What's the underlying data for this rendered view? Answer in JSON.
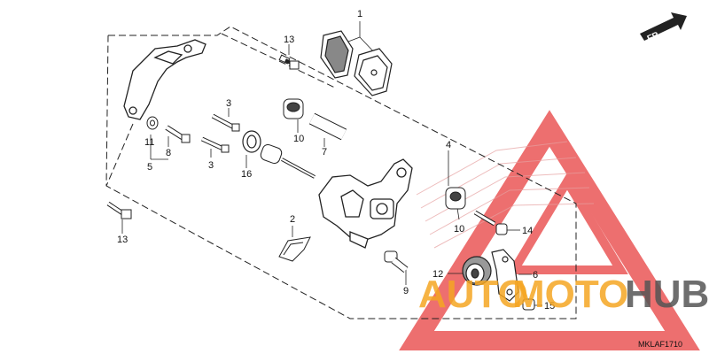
{
  "diagram": {
    "code": "MKLAF1710",
    "front_label": "FR.",
    "watermark": {
      "auto": "AUTO",
      "moto": "MOTO",
      "hub": "HUB",
      "color_red": "#e84040",
      "color_orange": "#f5a623",
      "color_dark": "#555555"
    },
    "callouts": {
      "c1": "1",
      "c2": "2",
      "c3a": "3",
      "c3b": "3",
      "c4": "4",
      "c5": "5",
      "c6": "6",
      "c7": "7",
      "c8": "8",
      "c9": "9",
      "c10a": "10",
      "c10b": "10",
      "c11": "11",
      "c12": "12",
      "c13a": "13",
      "c13b": "13",
      "c14": "14",
      "c15": "15",
      "c16": "16"
    }
  }
}
